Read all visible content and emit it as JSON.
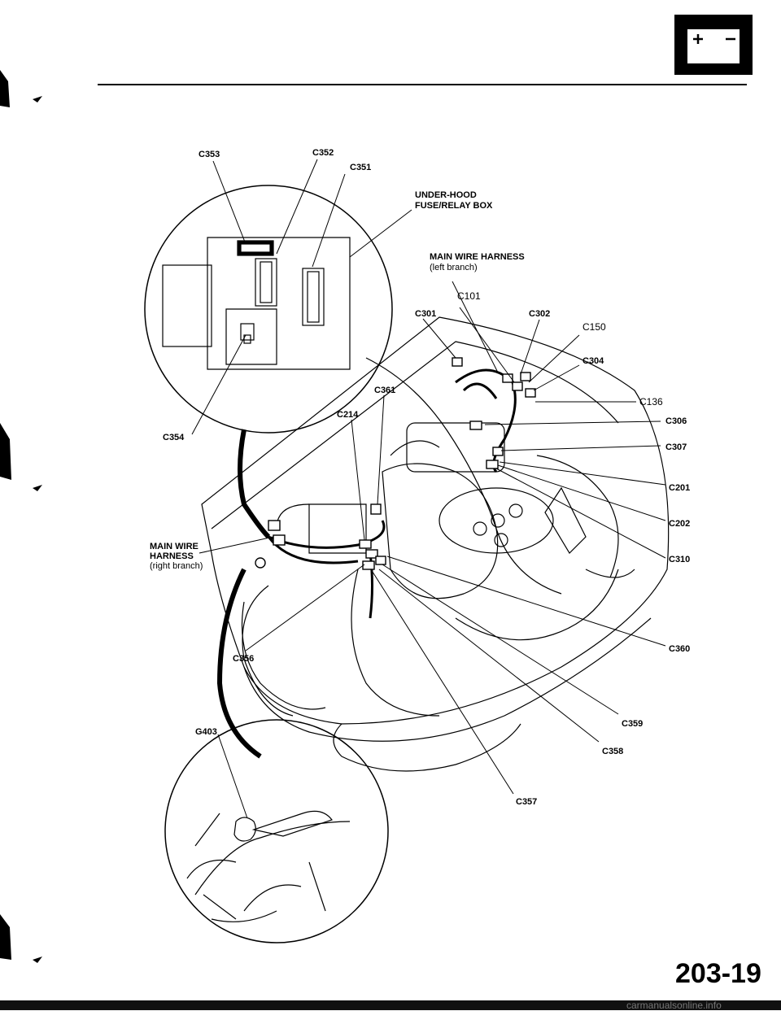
{
  "header": {
    "icon": "battery-icon"
  },
  "labels": {
    "c353": "C353",
    "c352": "C352",
    "c351": "C351",
    "underhood_1": "UNDER-HOOD",
    "underhood_2": "FUSE/RELAY BOX",
    "main_left_1": "MAIN WIRE HARNESS",
    "main_left_2": "(left branch)",
    "c101": "C101",
    "c301": "C301",
    "c302": "C302",
    "c150": "C150",
    "c304": "C304",
    "c136": "C136",
    "c306": "C306",
    "c307": "C307",
    "c201": "C201",
    "c202": "C202",
    "c310": "C310",
    "c361": "C361",
    "c214": "C214",
    "c354": "C354",
    "main_right_1": "MAIN WIRE",
    "main_right_2": "HARNESS",
    "main_right_3": "(right branch)",
    "c360": "C360",
    "c356": "C356",
    "c359": "C359",
    "g403": "G403",
    "c358": "C358",
    "c357": "C357"
  },
  "page_number": "203-19",
  "watermark": "carmanualsonline.info"
}
